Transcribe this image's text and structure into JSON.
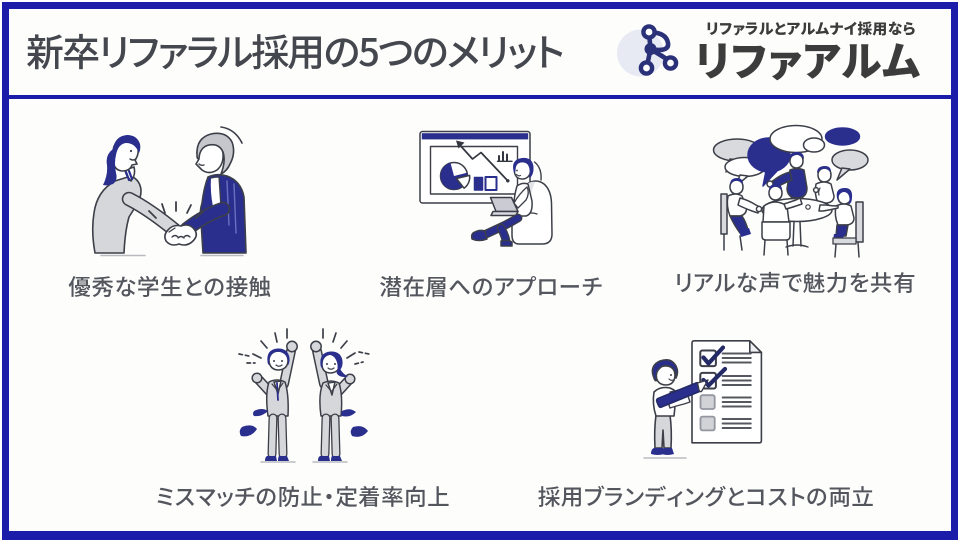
{
  "header": {
    "title": "新卒リファラル採用の5つのメリット",
    "logo": {
      "tagline": "リファラルとアルムナイ採用なら",
      "name": "リファアルム"
    }
  },
  "items": [
    {
      "caption": "優秀な学生との接触",
      "illustration": "handshake"
    },
    {
      "caption": "潜在層へのアプローチ",
      "illustration": "presentation-analysis"
    },
    {
      "caption": "リアルな声で魅力を共有",
      "illustration": "roundtable-discussion"
    },
    {
      "caption": "ミスマッチの防止・定着率向上",
      "illustration": "two-people-cheering"
    },
    {
      "caption": "採用ブランディングとコストの両立",
      "illustration": "checklist-pencil"
    }
  ],
  "colors": {
    "frame_blue": "#1b1caa",
    "illustration_navy": "#2a2f8e",
    "title_text": "#45474e",
    "caption_text": "#54565e",
    "logo_text": "#3c3c3c"
  }
}
